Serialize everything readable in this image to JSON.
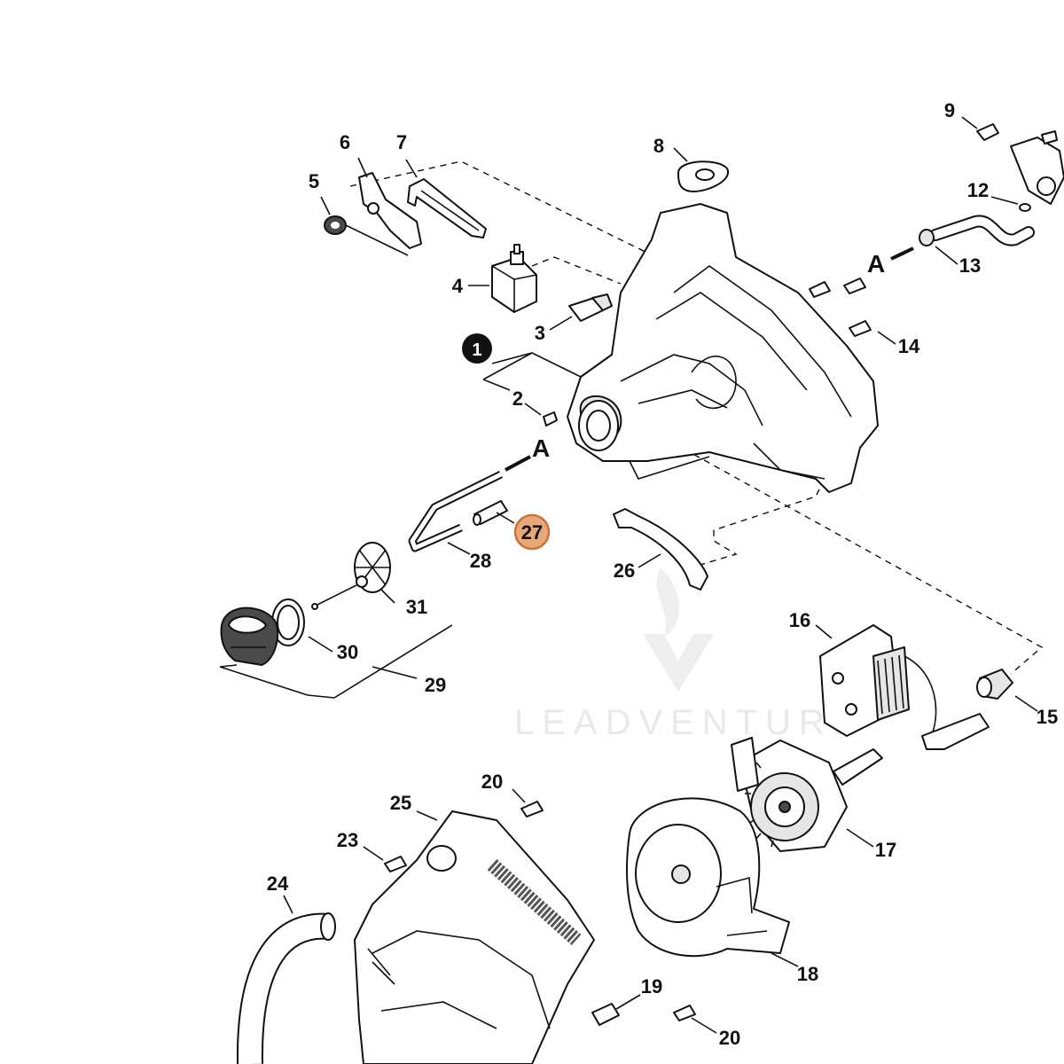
{
  "callouts": {
    "c1": "1",
    "c2": "2",
    "c3": "3",
    "c4": "4",
    "c5": "5",
    "c6": "6",
    "c7": "7",
    "c8": "8",
    "c9": "9",
    "c12": "12",
    "c13": "13",
    "c14": "14",
    "c15": "15",
    "c16": "16",
    "c17": "17",
    "c18": "18",
    "c19": "19",
    "c20a": "20",
    "c20b": "20",
    "c23": "23",
    "c24": "24",
    "c25": "25",
    "c26": "26",
    "c27": "27",
    "c28": "28",
    "c29": "29",
    "c30": "30",
    "c31": "31"
  },
  "markers": {
    "a_top": "A",
    "a_left": "A"
  },
  "watermark": {
    "text": "LEADVENTURE"
  },
  "colors": {
    "highlight_fill": "#e8a877",
    "highlight_stroke": "#c8743a",
    "line": "#111111"
  }
}
